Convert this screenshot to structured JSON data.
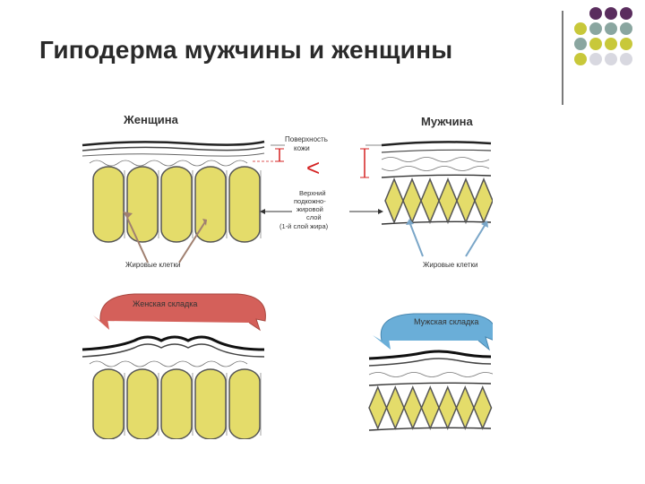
{
  "slide": {
    "title": "Гиподерма мужчины и женщины"
  },
  "panels": {
    "female_top": {
      "title": "Женщина",
      "cells_label": "Жировые клетки"
    },
    "male_top": {
      "title": "Мужчина",
      "cells_label": "Жировые клетки"
    },
    "middle": {
      "surface_label_line1": "Поверхность",
      "surface_label_line2": "кожи",
      "comparison_sign": "<",
      "layer_label_line1": "Верхний",
      "layer_label_line2": "подкожно-",
      "layer_label_line3": "жировой",
      "layer_label_line4": "слой",
      "layer_label_line5": "(1-й слой жира)"
    },
    "female_bottom": {
      "fold_label": "Женская складка"
    },
    "male_bottom": {
      "fold_label": "Мужская складка"
    }
  },
  "colors": {
    "fat_cell": "#e4dc6a",
    "fat_cell_stroke": "#555555",
    "female_arrow": "#d4605a",
    "male_arrow": "#6aaed8",
    "pointer_female": "#a08070",
    "pointer_male": "#7aa6c8",
    "dimension_red": "#d42020",
    "decor_purple": "#5a2d5e",
    "decor_teal": "#8aa6a0",
    "decor_olive": "#c8c83a",
    "decor_gray": "#d8d8e0"
  },
  "decor": {
    "dot_rows": [
      [
        "purple",
        "purple",
        "purple"
      ],
      [
        "olive",
        "teal",
        "teal",
        "teal"
      ],
      [
        "teal",
        "olive",
        "olive",
        "olive"
      ],
      [
        "olive",
        "gray",
        "gray",
        "gray"
      ]
    ]
  }
}
